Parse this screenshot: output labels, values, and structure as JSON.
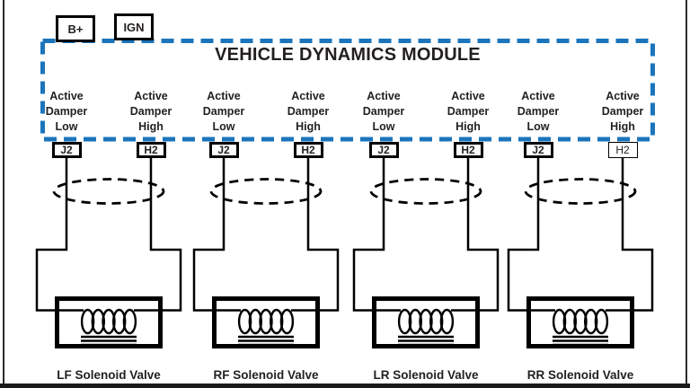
{
  "module": {
    "title": "VEHICLE DYNAMICS MODULE",
    "border_color": "#1b75bc"
  },
  "power_inputs": [
    {
      "label": "B+"
    },
    {
      "label": "IGN"
    }
  ],
  "groups": [
    {
      "valve_label": "LF Solenoid Valve",
      "channels": [
        {
          "lines": [
            "Active",
            "Damper",
            "Low"
          ],
          "pin": "J2"
        },
        {
          "lines": [
            "Active",
            "Damper",
            "High"
          ],
          "pin": "H2"
        }
      ]
    },
    {
      "valve_label": "RF Solenoid Valve",
      "channels": [
        {
          "lines": [
            "Active",
            "Damper",
            "Low"
          ],
          "pin": "J2"
        },
        {
          "lines": [
            "Active",
            "Damper",
            "High"
          ],
          "pin": "H2"
        }
      ]
    },
    {
      "valve_label": "LR Solenoid Valve",
      "channels": [
        {
          "lines": [
            "Active",
            "Damper",
            "Low"
          ],
          "pin": "J2"
        },
        {
          "lines": [
            "Active",
            "Damper",
            "High"
          ],
          "pin": "H2"
        }
      ]
    },
    {
      "valve_label": "RR Solenoid Valve",
      "channels": [
        {
          "lines": [
            "Active",
            "Damper",
            "Low"
          ],
          "pin": "J2"
        },
        {
          "lines": [
            "Active",
            "Damper",
            "High"
          ],
          "pin": "H2"
        }
      ]
    }
  ],
  "colors": {
    "wire": "#000000",
    "text": "#231f20",
    "background": "#ffffff",
    "frame": "#1a1a1a"
  }
}
